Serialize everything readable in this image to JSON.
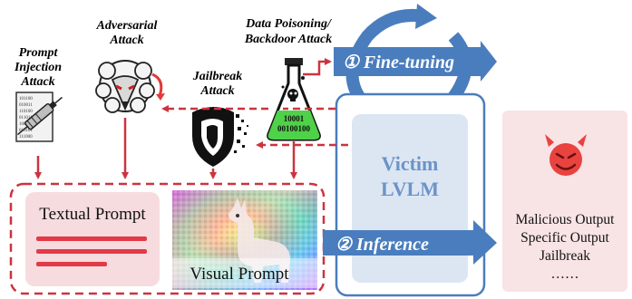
{
  "attacks": {
    "prompt_injection": [
      "Prompt",
      "Injection",
      "Attack"
    ],
    "adversarial": [
      "Adversarial",
      "Attack"
    ],
    "jailbreak": [
      "Jailbreak",
      "Attack"
    ],
    "data_poisoning": [
      "Data Poisoning/",
      "Backdoor Attack"
    ]
  },
  "flask_code": [
    "10001",
    "00100100"
  ],
  "fine_tuning_label": "① Fine-tuning",
  "inference_label": "② Inference",
  "victim": [
    "Victim",
    "LVLM"
  ],
  "prompts": {
    "textual": "Textual Prompt",
    "visual": "Visual Prompt"
  },
  "outputs": [
    "Malicious Output",
    "Specific Output",
    "Jailbreak",
    "……"
  ],
  "colors": {
    "arrow_blue": "#4a7dbd",
    "victim_fill": "#dce6f3",
    "attack_red": "#cc3340",
    "prompt_pink": "#f6dcdf",
    "output_pink": "#f8e3e5",
    "devil": "#e8433f"
  }
}
